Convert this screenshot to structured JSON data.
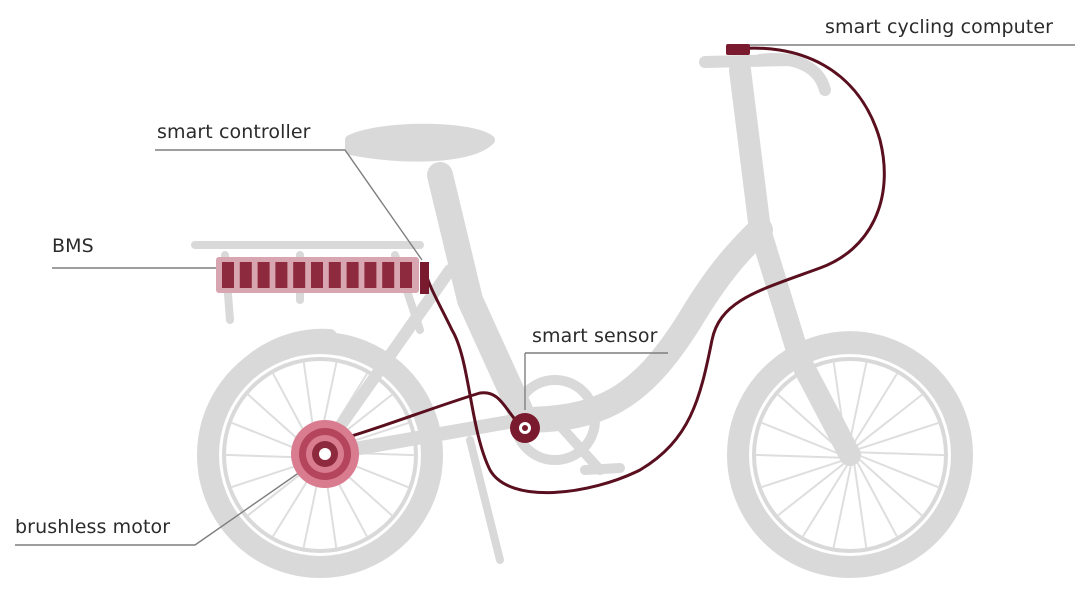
{
  "labels": {
    "computer": "smart cycling computer",
    "controller": "smart controller",
    "bms": "BMS",
    "sensor": "smart sensor",
    "motor": "brushless motor"
  },
  "colors": {
    "bike": "#d9d9d9",
    "wire": "#5a0f1f",
    "component": "#9b2f45",
    "motor_pink": "#d97c8f",
    "leader": "#7f7f7f",
    "text": "#2b2b2b"
  }
}
